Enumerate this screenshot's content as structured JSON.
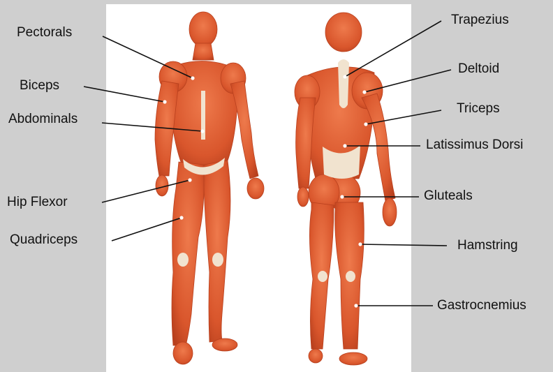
{
  "labels": {
    "pectorals": "Pectorals",
    "biceps": "Biceps",
    "abdominals": "Abdominals",
    "hip_flexor": "Hip Flexor",
    "quadriceps": "Quadriceps",
    "trapezius": "Trapezius",
    "deltoid": "Deltoid",
    "triceps": "Triceps",
    "latissimus_dorsi": "Latissimus Dorsi",
    "gluteals": "Gluteals",
    "hamstring": "Hamstring",
    "gastrocnemius": "Gastrocnemius"
  },
  "colors": {
    "background": "#cfcfcf",
    "panel": "#ffffff",
    "muscle": "#d9562c",
    "muscle_dark": "#b8401e",
    "tendon": "#f1e3cf",
    "leader_line": "#111111"
  }
}
